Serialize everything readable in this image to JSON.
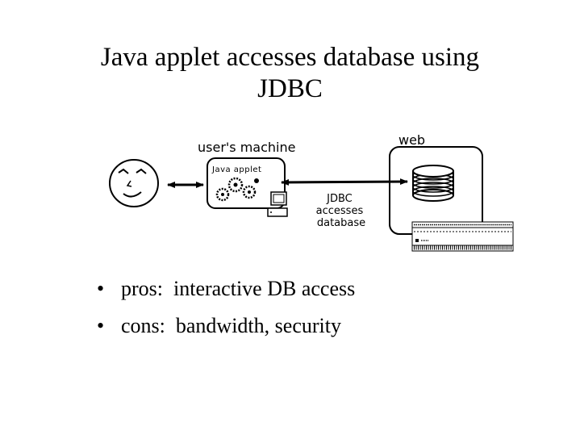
{
  "title": {
    "line1": "Java applet accesses database using",
    "line2": "JDBC"
  },
  "diagram": {
    "users_machine_label": "user's machine",
    "applet_label": "Java applet",
    "web_label": "web",
    "jdbc_lines": [
      "JDBC",
      "accesses",
      "database"
    ],
    "icons": [
      "smiley-face-icon",
      "gears-icon",
      "computer-icon",
      "database-icon",
      "web-page-icon"
    ]
  },
  "bullets": [
    {
      "label": "pros:",
      "text": "interactive DB access"
    },
    {
      "label": "cons:",
      "text": "bandwidth, security"
    }
  ]
}
